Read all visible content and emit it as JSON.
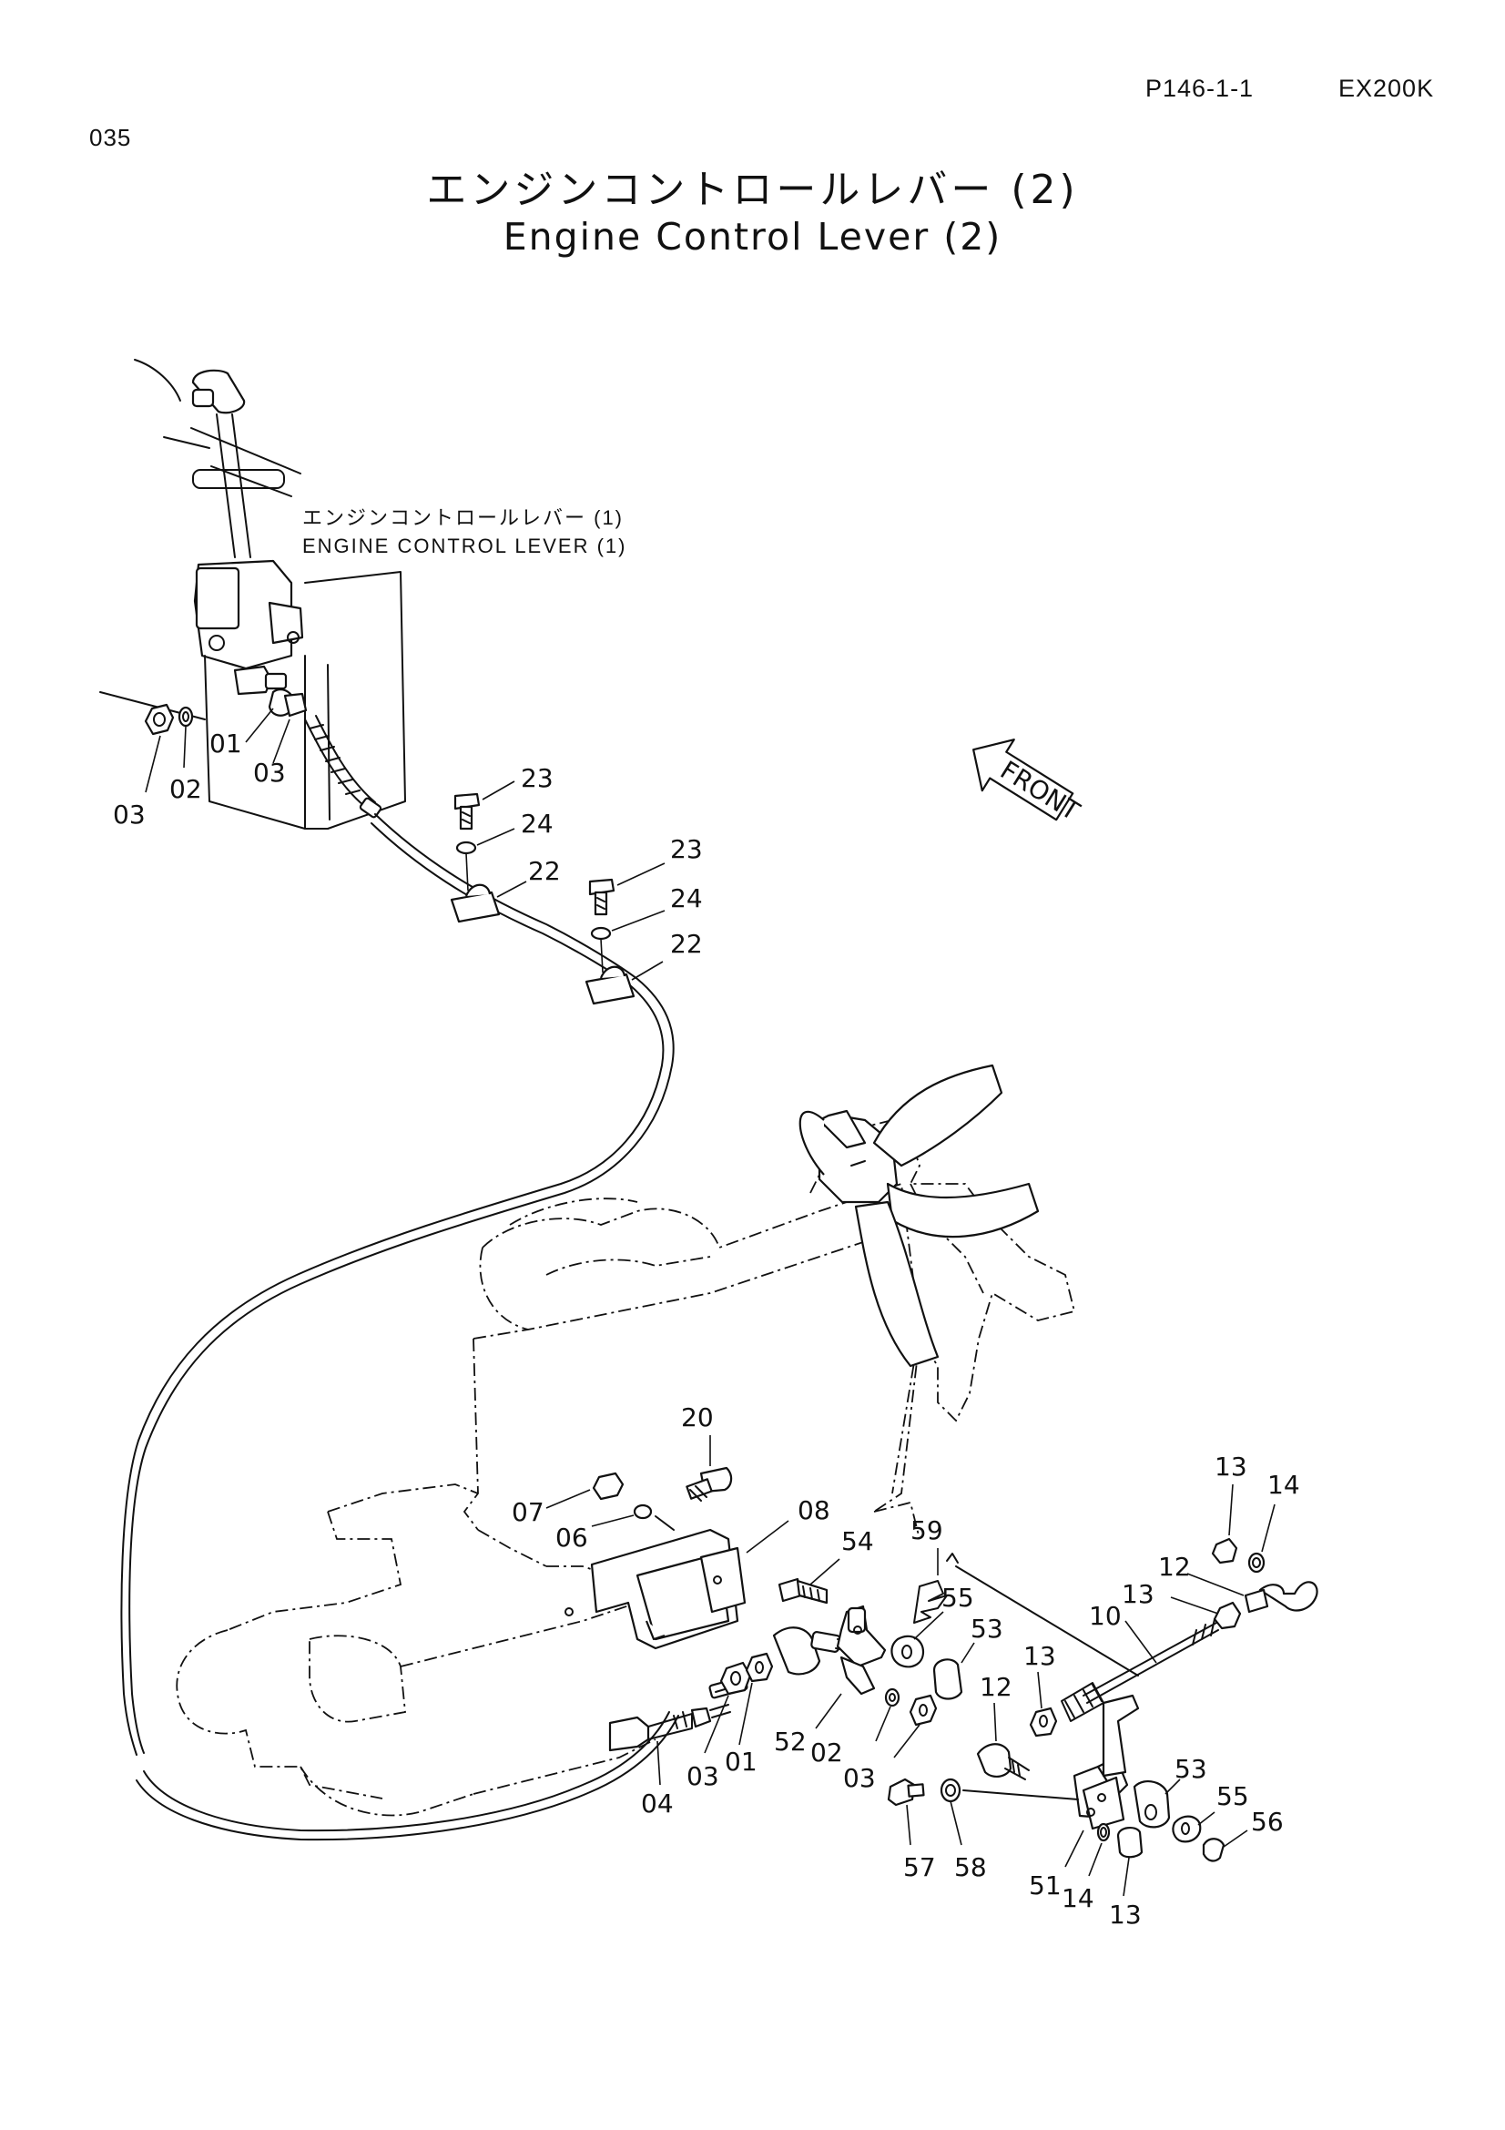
{
  "header": {
    "page_code": "P146-1-1",
    "model": "EX200K",
    "page_number": "035"
  },
  "title": {
    "japanese": "エンジンコントロールレバー (2)",
    "english": "Engine Control Lever (2)"
  },
  "reference_note": {
    "japanese": "エンジンコントロールレバー (1)",
    "english": "ENGINE CONTROL LEVER (1)"
  },
  "front_marker": "FRONT",
  "callouts": {
    "c01a": "01",
    "c02a": "02",
    "c03a": "03",
    "c03b": "03",
    "c23a": "23",
    "c24a": "24",
    "c22a": "22",
    "c23b": "23",
    "c24b": "24",
    "c22b": "22",
    "c20": "20",
    "c07": "07",
    "c06": "06",
    "c08": "08",
    "c54": "54",
    "c59": "59",
    "c55a": "55",
    "c53a": "53",
    "c13a": "13",
    "c14a": "14",
    "c12a": "12",
    "c13b": "13",
    "c10": "10",
    "c13c": "13",
    "c12b": "12",
    "c52": "52",
    "c02b": "02",
    "c03c": "03",
    "c03d": "03",
    "c01b": "01",
    "c04": "04",
    "c57": "57",
    "c58": "58",
    "c51": "51",
    "c14b": "14",
    "c13d": "13",
    "c53b": "53",
    "c55b": "55",
    "c56": "56"
  }
}
